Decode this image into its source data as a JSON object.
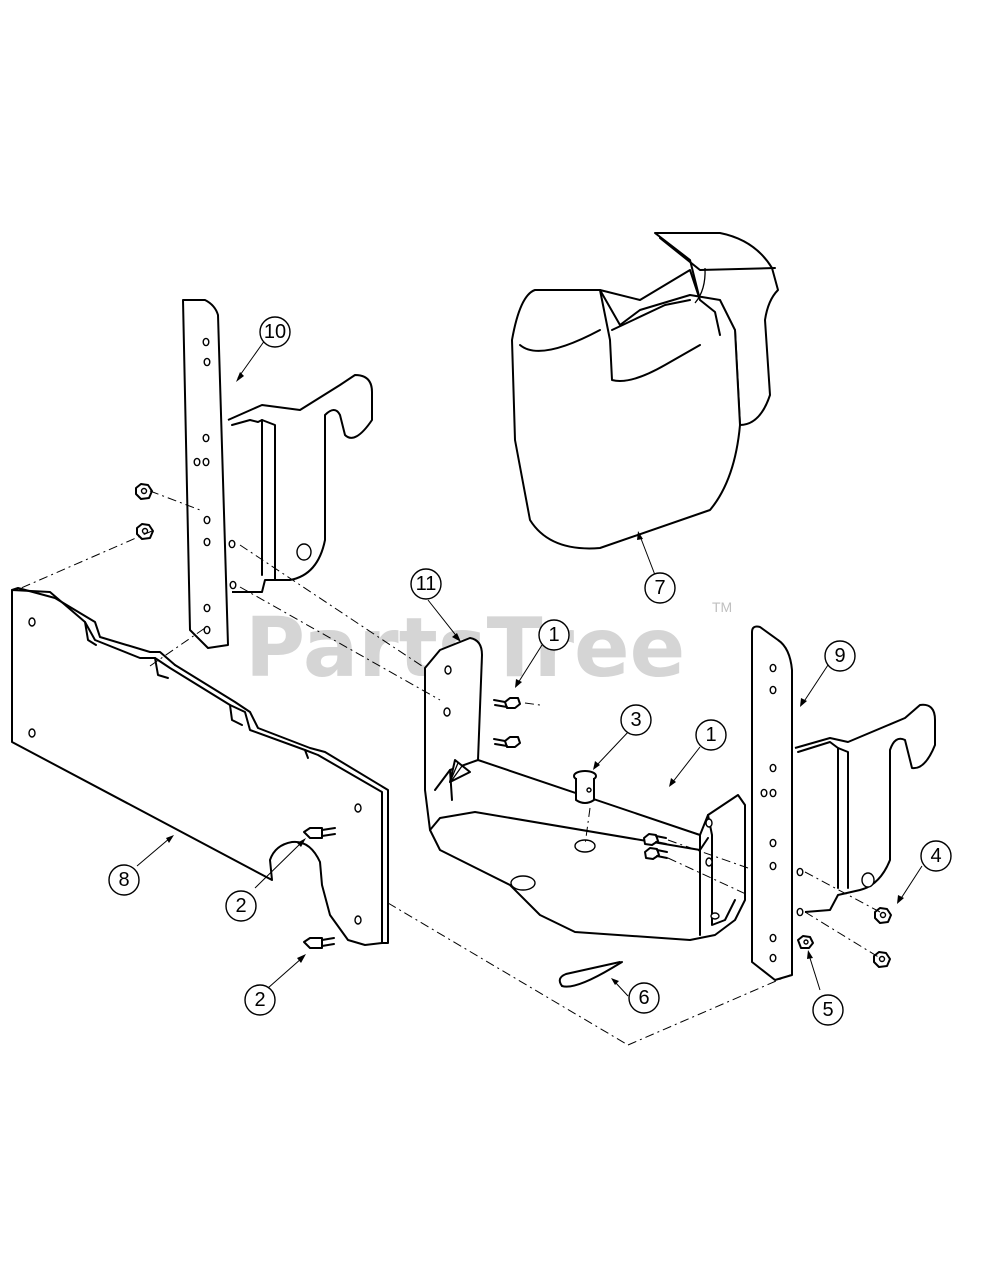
{
  "watermark": {
    "text": "PartsTree",
    "trademark": "TM"
  },
  "callouts": [
    {
      "label": "10"
    },
    {
      "label": "7"
    },
    {
      "label": "11"
    },
    {
      "label": "1"
    },
    {
      "label": "3"
    },
    {
      "label": "1"
    },
    {
      "label": "9"
    },
    {
      "label": "4"
    },
    {
      "label": "8"
    },
    {
      "label": "2"
    },
    {
      "label": "2"
    },
    {
      "label": "6"
    },
    {
      "label": "5"
    }
  ]
}
